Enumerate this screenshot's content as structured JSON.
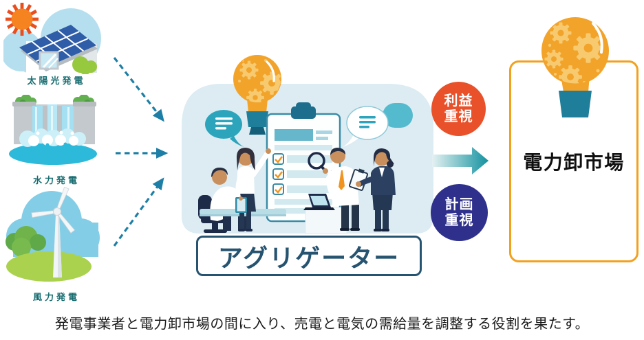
{
  "sources": [
    {
      "label": "太陽光発電"
    },
    {
      "label": "水力発電"
    },
    {
      "label": "風力発電"
    }
  ],
  "aggregator": {
    "label": "アグリゲーター"
  },
  "flow_badges": {
    "profit": {
      "line1": "利益",
      "line2": "重視",
      "color": "#e8512a"
    },
    "plan": {
      "line1": "計画",
      "line2": "重視",
      "color": "#2e308c"
    }
  },
  "market": {
    "label": "電力卸市場",
    "border_color": "#f2a11f"
  },
  "caption": "発電事業者と電力卸市場の間に入り、売電と電気の需給量を調整する役割を果たす。",
  "icons": {
    "solar": "solar-power-icon",
    "hydro": "hydro-power-icon",
    "wind": "wind-power-icon",
    "center_bulb": "lightbulb-gears-icon",
    "market_bulb": "lightbulb-gears-icon",
    "dashed_arrows": "dashed-arrow-icon",
    "flow_arrow": "right-arrow-icon"
  },
  "colors": {
    "accent_teal_arrow": "#1e7fa6",
    "source_label_teal": "#196e72",
    "aggregator_navy": "#26536f",
    "profit_orange": "#e8512a",
    "plan_indigo": "#2e308c",
    "market_border_orange": "#f2a11f",
    "bulb_orange": "#f2a32a",
    "gear_light_orange": "#f8ca70",
    "bulb_base_teal": "#1f7f9a",
    "illustration_bg": "#dcecf2"
  }
}
